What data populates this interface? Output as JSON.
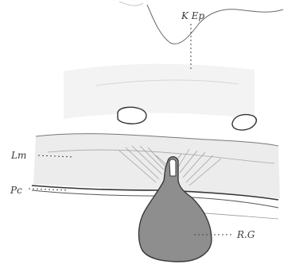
{
  "figure": {
    "labels": {
      "kep": "K Ep",
      "lm": "Lm",
      "pc": "Pc",
      "rg": "R.G"
    }
  }
}
